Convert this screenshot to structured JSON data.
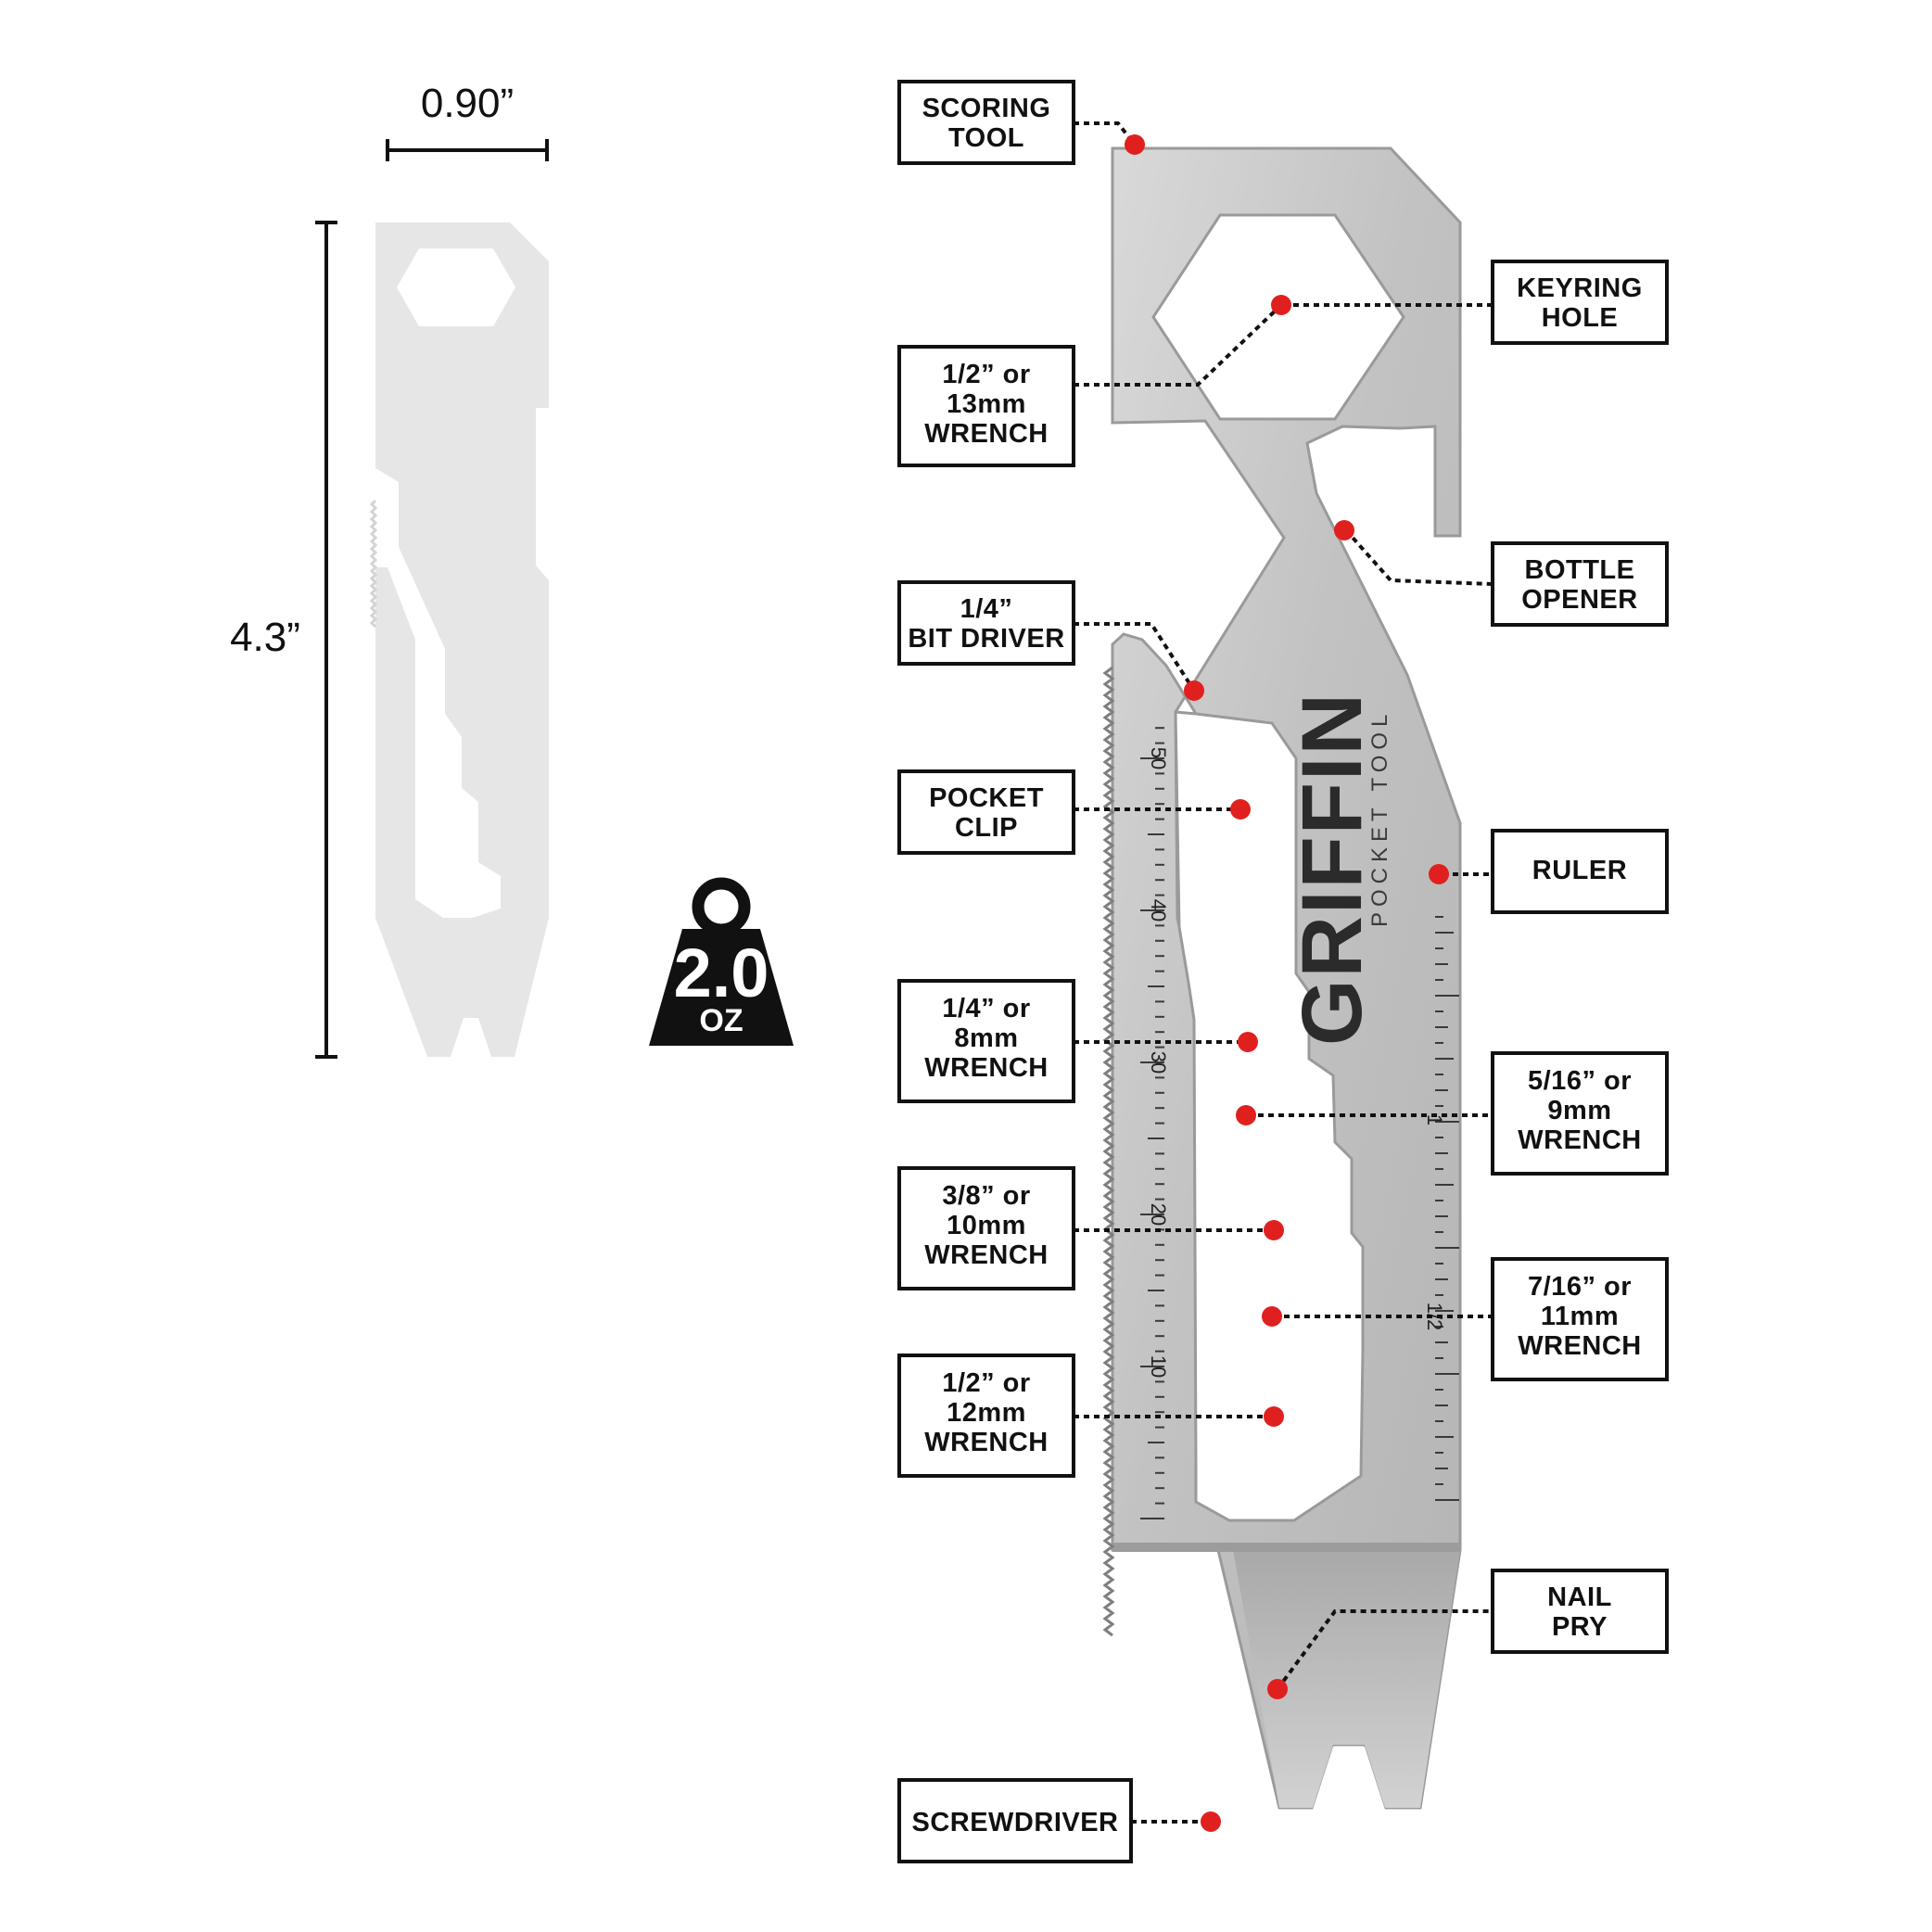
{
  "dimensions": {
    "width": "0.90”",
    "height": "4.3”"
  },
  "weight": {
    "value": "2.0",
    "unit": "OZ"
  },
  "brand": {
    "name": "GRIFFIN",
    "subtitle": "POCKET TOOL"
  },
  "ruler": {
    "mm_marks": [
      "50",
      "40",
      "30",
      "20",
      "10"
    ],
    "inch_marks": [
      "1",
      "1/2"
    ]
  },
  "labels": {
    "left": [
      {
        "id": "scoring-tool",
        "lines": [
          "SCORING",
          "TOOL"
        ]
      },
      {
        "id": "wrench-13mm",
        "lines": [
          "1/2” or",
          "13mm",
          "WRENCH"
        ]
      },
      {
        "id": "bit-driver",
        "lines": [
          "1/4”",
          "BIT DRIVER"
        ]
      },
      {
        "id": "pocket-clip",
        "lines": [
          "POCKET",
          "CLIP"
        ]
      },
      {
        "id": "wrench-8mm",
        "lines": [
          "1/4” or",
          "8mm",
          "WRENCH"
        ]
      },
      {
        "id": "wrench-10mm",
        "lines": [
          "3/8” or",
          "10mm",
          "WRENCH"
        ]
      },
      {
        "id": "wrench-12mm",
        "lines": [
          "1/2” or",
          "12mm",
          "WRENCH"
        ]
      },
      {
        "id": "screwdriver",
        "lines": [
          "SCREWDRIVER"
        ]
      }
    ],
    "right": [
      {
        "id": "keyring-hole",
        "lines": [
          "KEYRING",
          "HOLE"
        ]
      },
      {
        "id": "bottle-opener",
        "lines": [
          "BOTTLE",
          "OPENER"
        ]
      },
      {
        "id": "ruler",
        "lines": [
          "RULER"
        ]
      },
      {
        "id": "wrench-9mm",
        "lines": [
          "5/16” or",
          "9mm",
          "WRENCH"
        ]
      },
      {
        "id": "wrench-11mm",
        "lines": [
          "7/16” or",
          "11mm",
          "WRENCH"
        ]
      },
      {
        "id": "nail-pry",
        "lines": [
          "NAIL",
          "PRY"
        ]
      }
    ]
  },
  "colors": {
    "marker": "#e0201f",
    "metal": "#cfcfcf",
    "silhouette": "#e6e6e6",
    "box_border": "#111111",
    "weight_fill": "#111111"
  }
}
